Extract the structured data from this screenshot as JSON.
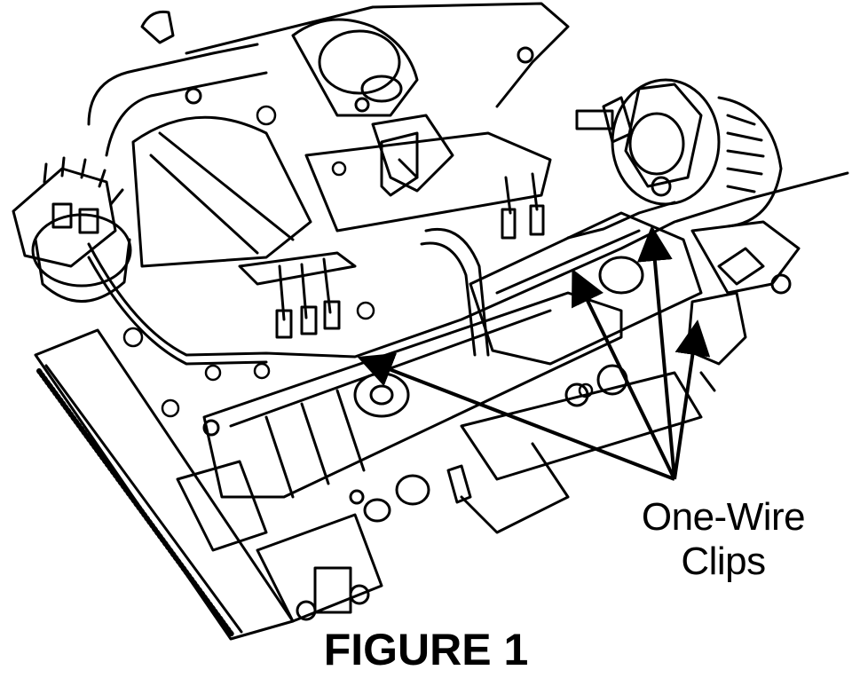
{
  "callout": {
    "line1": "One-Wire",
    "line2": "Clips"
  },
  "caption": "FIGURE 1",
  "colors": {
    "ink": "#000000",
    "paper": "#ffffff"
  },
  "icons": [
    "arrow-icon"
  ]
}
